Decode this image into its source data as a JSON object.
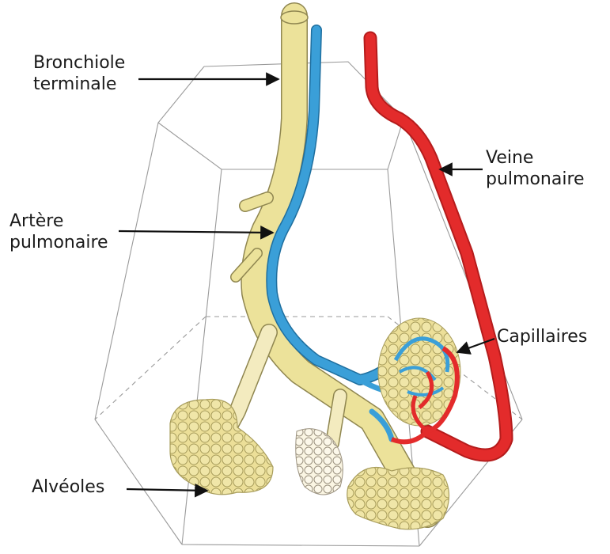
{
  "labels": {
    "bronchiole": [
      "Bronchiole",
      "terminale"
    ],
    "artere": [
      "Artère",
      "pulmonaire"
    ],
    "veine": [
      "Veine",
      "pulmonaire"
    ],
    "capillaires": "Capillaires",
    "alveoles": "Alvéoles"
  },
  "colors": {
    "bronchiole": "#ece29a",
    "bronchiole_outline": "#8f8650",
    "artery": "#3a9fd8",
    "vein": "#e32b2b",
    "alveoli": "#ecdf98",
    "box_lines": "#9a9a9a",
    "arrows": "#111111"
  }
}
